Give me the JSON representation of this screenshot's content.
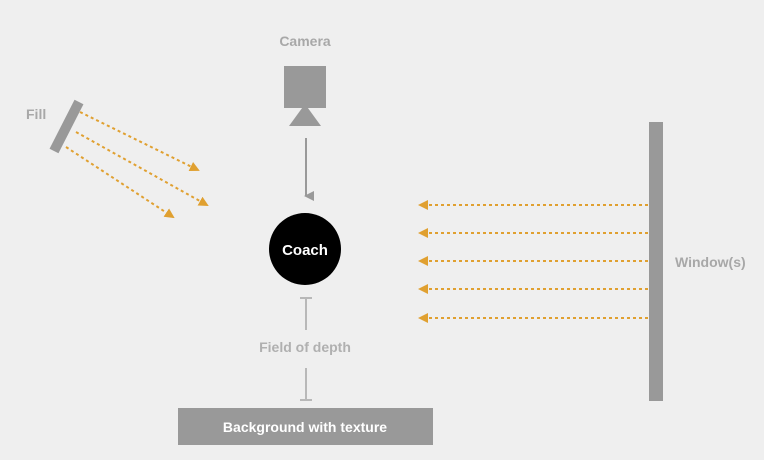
{
  "labels": {
    "camera": "Camera",
    "fill": "Fill",
    "coach": "Coach",
    "field_of_depth": "Field of depth",
    "background": "Background with texture",
    "windows": "Window(s)"
  },
  "colors": {
    "background": "#efefef",
    "gray_element": "#999999",
    "light_label": "#b0b0b0",
    "light_arrow": "#a8a8a8",
    "coach_fill": "#000000",
    "coach_text": "#ffffff",
    "background_bar_text": "#ffffff",
    "light_ray": "#e0a030"
  },
  "icons": {
    "camera": "camera-icon",
    "fill_light": "fill-light-panel",
    "window": "window-panel"
  }
}
